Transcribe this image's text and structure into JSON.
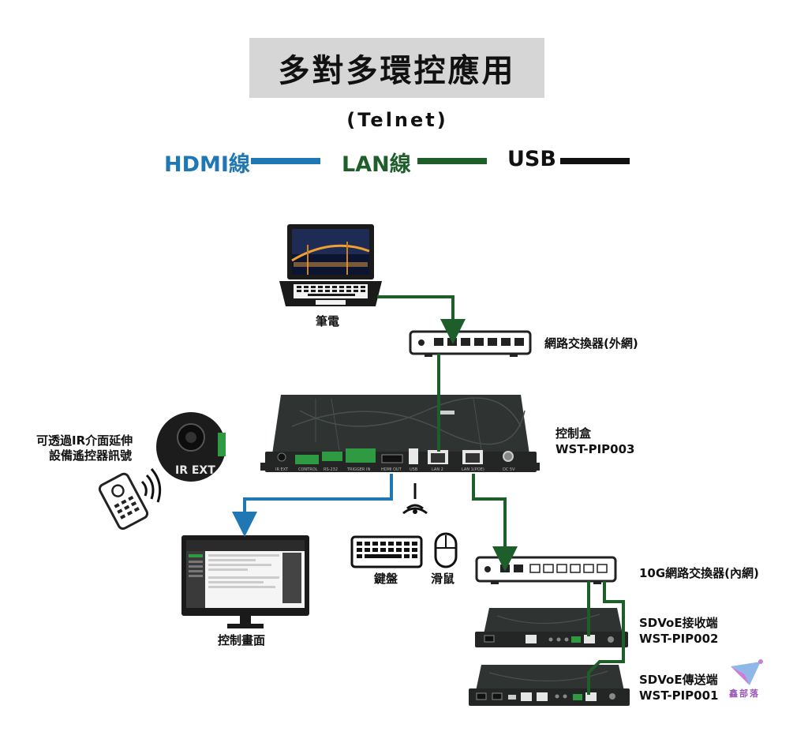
{
  "title": "多對多環控應用",
  "subtitle": "(Telnet)",
  "legend": [
    {
      "label": "HDMI線",
      "color": "#1f77b4"
    },
    {
      "label": "LAN線",
      "color": "#1e5e2a"
    },
    {
      "label": "USB",
      "color": "#111111"
    }
  ],
  "nodes": {
    "laptop": "筆電",
    "switch_external": "網路交換器(外網)",
    "control_box": "控制盒",
    "control_box_model": "WST-PIP003",
    "ir_note_line1": "可透過IR介面延伸",
    "ir_note_line2": "設備遙控器訊號",
    "ir_ext": "IR EXT",
    "keyboard": "鍵盤",
    "mouse": "滑鼠",
    "monitor": "控制畫面",
    "switch_internal": "10G網路交換器(內網)",
    "receiver": "SDVoE接收端",
    "receiver_model": "WST-PIP002",
    "transmitter": "SDVoE傳送端",
    "transmitter_model": "WST-PIP001"
  },
  "control_box_ports": [
    "IR EXT",
    "CONTROL",
    "RS-232",
    "TRIGGER IN",
    "HDMI OUT",
    "USB",
    "LAN 2",
    "LAN 1(POE)",
    "DC 5V"
  ],
  "watermark": "鑫部落"
}
